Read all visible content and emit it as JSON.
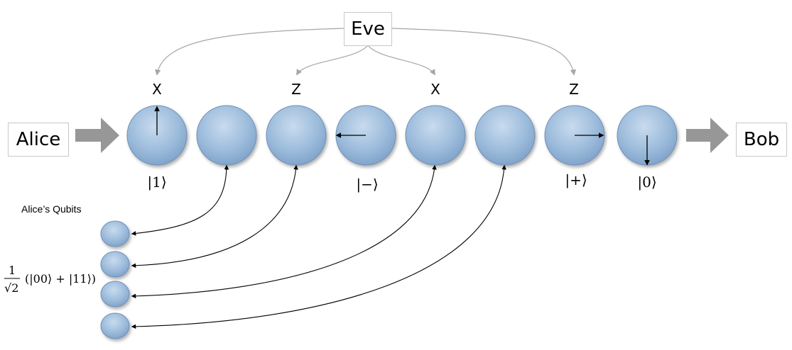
{
  "nodes": {
    "eve": "Eve",
    "alice": "Alice",
    "bob": "Bob"
  },
  "bases": [
    "X",
    "Z",
    "X",
    "Z"
  ],
  "states": [
    "|1⟩",
    "|−⟩",
    "|+⟩",
    "|0⟩"
  ],
  "alice_qubits_label": "Alice’s Qubits",
  "formula": {
    "numerator": "1",
    "denominator": "√2",
    "expression": "(|00⟩ + |11⟩)"
  },
  "colors": {
    "qubit_fill": "#9bbbdb",
    "qubit_stroke": "#5f7fa6",
    "arrow_fill": "#8c8c8c",
    "curve": "#a6a6a6"
  }
}
